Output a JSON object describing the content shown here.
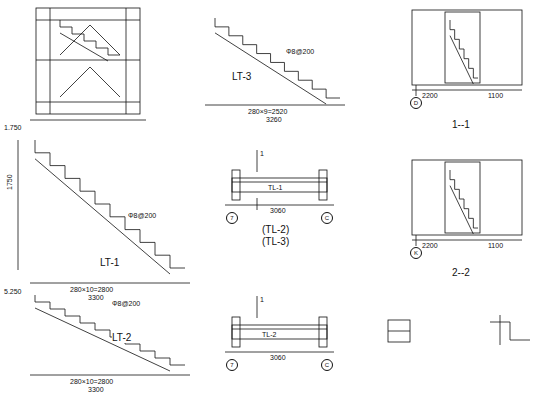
{
  "diagram": {
    "nodes": [
      {
        "text": [
          "D"
        ]
      },
      {
        "text": [
          "K"
        ]
      },
      {
        "text": [
          "7"
        ]
      },
      {
        "text": [
          "C"
        ]
      },
      {
        "text": [
          "7"
        ]
      },
      {
        "text": [
          "C"
        ]
      }
    ],
    "labels": [
      "LT-3",
      "LT-1",
      "LT-2",
      "TL-1",
      "(TL-2)",
      "(TL-3)",
      "TL-2",
      "1--1",
      "2--2",
      "1.750",
      "5.250",
      "280×10=2800",
      "3300",
      "280×10=2800",
      "3300",
      "280×9=2520",
      "3260",
      "3060",
      "3060",
      "2200",
      "1100",
      "2200",
      "1100",
      "Φ8@200",
      "Φ8@200",
      "Φ8@200",
      "1",
      "1",
      "1750"
    ]
  }
}
